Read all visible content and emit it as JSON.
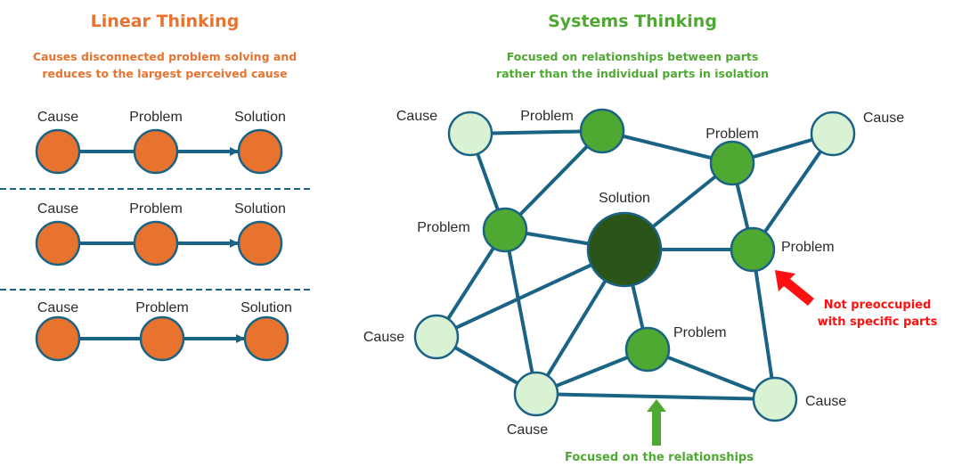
{
  "colors": {
    "linear_accent": "#E8732F",
    "systems_accent": "#4FA832",
    "edge": "#1B6385",
    "cause_fill": "#DAF2D4",
    "problem_fill": "#4FA832",
    "solution_fill": "#2A5418",
    "alert": "#FF1010"
  },
  "linear": {
    "title": "Linear Thinking",
    "subtitle_line1": "Causes disconnected problem solving and",
    "subtitle_line2": "reduces to the largest perceived cause",
    "rows": [
      {
        "nodes": [
          {
            "label": "Cause"
          },
          {
            "label": "Problem"
          },
          {
            "label": "Solution"
          }
        ]
      },
      {
        "nodes": [
          {
            "label": "Cause"
          },
          {
            "label": "Problem"
          },
          {
            "label": "Solution"
          }
        ]
      },
      {
        "nodes": [
          {
            "label": "Cause"
          },
          {
            "label": "Problem"
          },
          {
            "label": "Solution"
          }
        ]
      }
    ]
  },
  "systems": {
    "title": "Systems Thinking",
    "subtitle_line1": "Focused on relationships between parts",
    "subtitle_line2": "rather than the individual parts in isolation",
    "nodes": [
      {
        "id": "c1",
        "type": "cause",
        "label": "Cause"
      },
      {
        "id": "p1",
        "type": "problem",
        "label": "Problem"
      },
      {
        "id": "p2",
        "type": "problem",
        "label": "Problem"
      },
      {
        "id": "c2",
        "type": "cause",
        "label": "Cause"
      },
      {
        "id": "p3",
        "type": "problem",
        "label": "Problem"
      },
      {
        "id": "s",
        "type": "solution",
        "label": "Solution"
      },
      {
        "id": "p4",
        "type": "problem",
        "label": "Problem"
      },
      {
        "id": "c3",
        "type": "cause",
        "label": "Cause"
      },
      {
        "id": "p5",
        "type": "problem",
        "label": "Problem"
      },
      {
        "id": "c4",
        "type": "cause",
        "label": "Cause"
      },
      {
        "id": "c5",
        "type": "cause",
        "label": "Cause"
      }
    ],
    "edges": [
      [
        "c1",
        "p1"
      ],
      [
        "c1",
        "p3"
      ],
      [
        "p1",
        "p2"
      ],
      [
        "p1",
        "p3"
      ],
      [
        "p2",
        "c2"
      ],
      [
        "p2",
        "s"
      ],
      [
        "p2",
        "p4"
      ],
      [
        "c2",
        "p4"
      ],
      [
        "p3",
        "s"
      ],
      [
        "p3",
        "c3"
      ],
      [
        "p3",
        "c4"
      ],
      [
        "s",
        "p4"
      ],
      [
        "s",
        "c3"
      ],
      [
        "s",
        "c4"
      ],
      [
        "s",
        "p5"
      ],
      [
        "p4",
        "c5"
      ],
      [
        "c3",
        "c4"
      ],
      [
        "c4",
        "p5"
      ],
      [
        "c4",
        "c5"
      ],
      [
        "p5",
        "c5"
      ]
    ],
    "annotation_red_line1": "Not preoccupied",
    "annotation_red_line2": "with specific parts",
    "annotation_green": "Focused on the relationships"
  }
}
